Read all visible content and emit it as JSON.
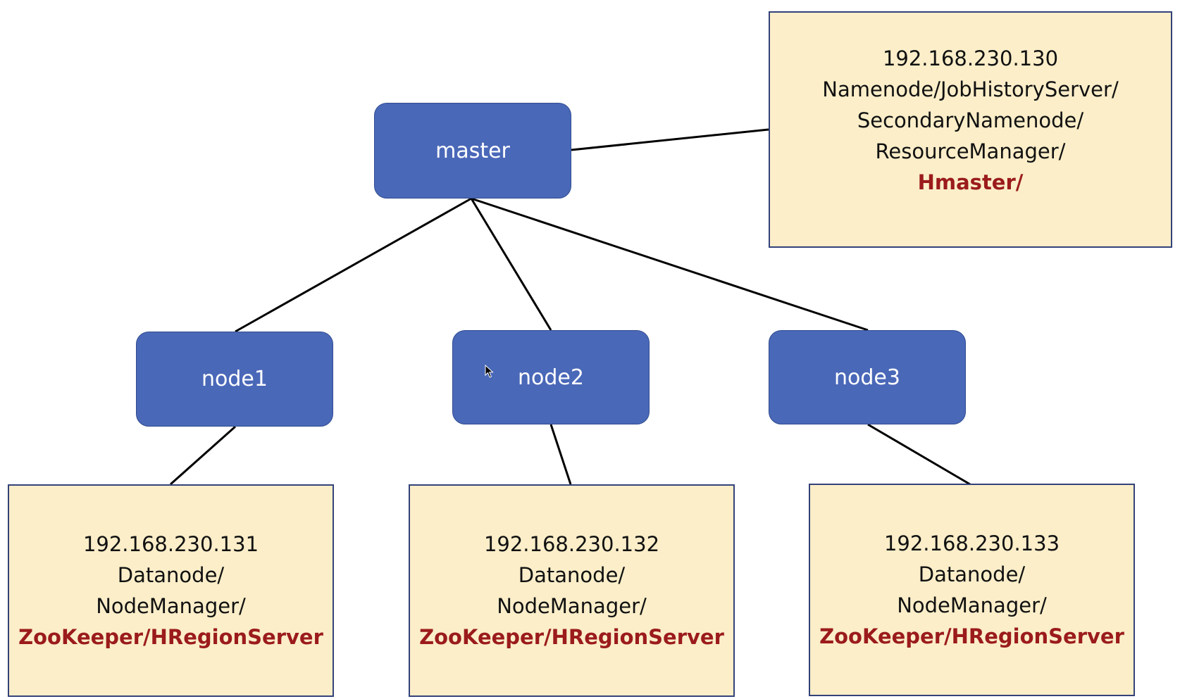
{
  "nodes": {
    "master": "master",
    "node1": "node1",
    "node2": "node2",
    "node3": "node3"
  },
  "info": {
    "master": {
      "ip": "192.168.230.130",
      "line1": "Namenode/JobHistoryServer/",
      "line2": "SecondaryNamenode/",
      "line3": "ResourceManager/",
      "highlight": "Hmaster/"
    },
    "node1": {
      "ip": "192.168.230.131",
      "line1": "Datanode/",
      "line2": "NodeManager/",
      "highlight": "ZooKeeper/HRegionServer"
    },
    "node2": {
      "ip": "192.168.230.132",
      "line1": "Datanode/",
      "line2": "NodeManager/",
      "highlight": "ZooKeeper/HRegionServer"
    },
    "node3": {
      "ip": "192.168.230.133",
      "line1": "Datanode/",
      "line2": "NodeManager/",
      "highlight": "ZooKeeper/HRegionServer"
    }
  },
  "colors": {
    "node_fill": "#4a68b8",
    "info_fill": "#fbeec9",
    "highlight_text": "#9b1b1b"
  },
  "icons": [
    "mouse-pointer-icon"
  ]
}
